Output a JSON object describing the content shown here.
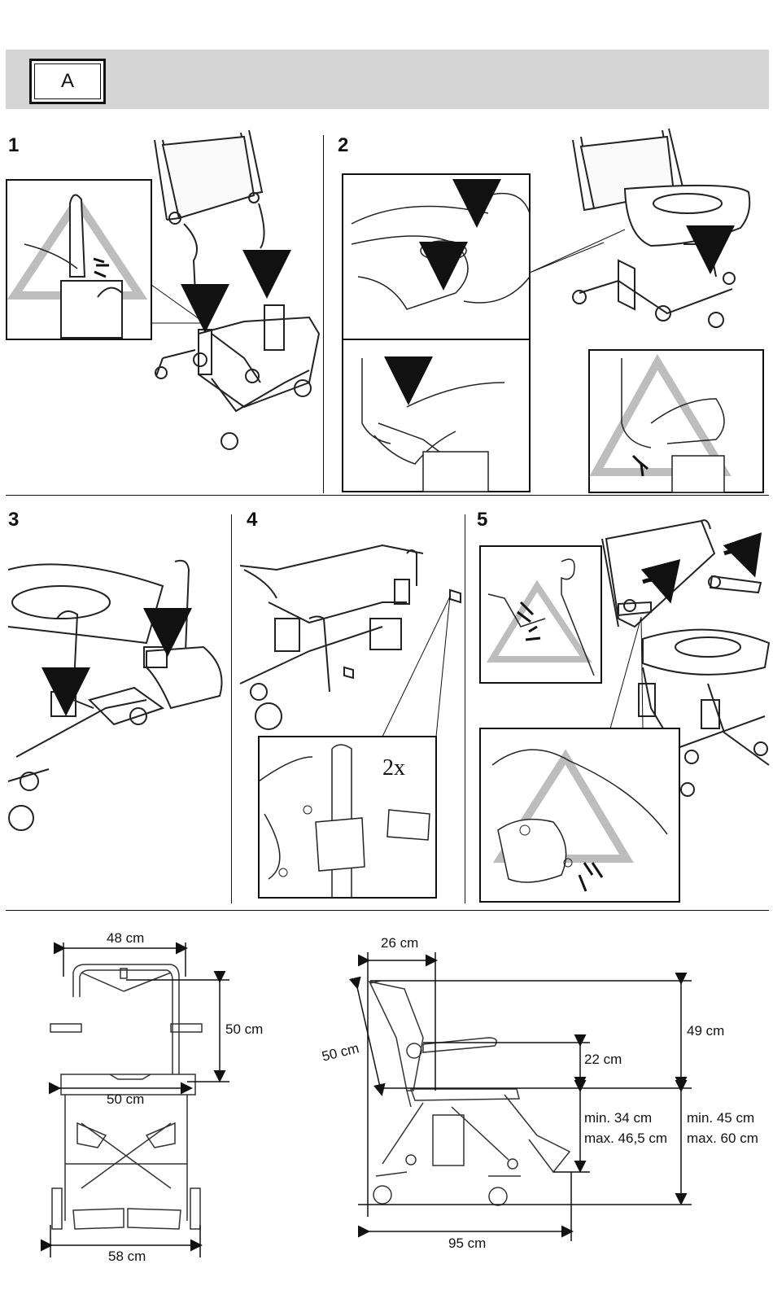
{
  "section": {
    "label": "A"
  },
  "steps": [
    {
      "number": "1"
    },
    {
      "number": "2"
    },
    {
      "number": "3"
    },
    {
      "number": "4"
    },
    {
      "number": "5"
    }
  ],
  "step4_callout": "2x",
  "dimensions": {
    "front": {
      "top_width": "48 cm",
      "backrest_height": "50 cm",
      "seat_width": "50 cm",
      "base_width": "58 cm"
    },
    "side": {
      "backrest_offset": "26 cm",
      "backrest_length": "50 cm",
      "backrest_above_seat": "49 cm",
      "armrest_height": "22 cm",
      "seat_adjust_min": "min. 34 cm",
      "seat_adjust_max": "max. 46,5 cm",
      "seat_height_min": "min. 45 cm",
      "seat_height_max": "max. 60 cm",
      "overall_length": "95 cm"
    }
  }
}
